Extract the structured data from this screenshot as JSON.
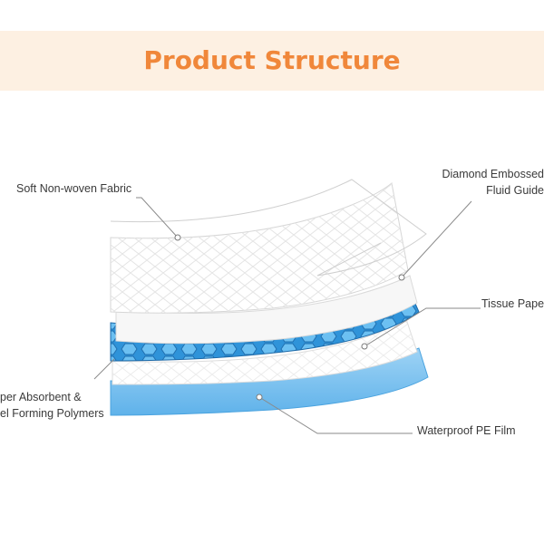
{
  "header": {
    "title": "Product Structure"
  },
  "colors": {
    "accent": "#f0873a",
    "banner_bg": "#fdf0e2",
    "layer_blue": "#3aa3e6",
    "film_blue": "#7fc5f2"
  },
  "labels": {
    "nonwoven": "Soft Non-woven Fabric",
    "diamond_line1": "Diamond Embossed",
    "diamond_line2": "Fluid Guide",
    "tissue": "Tissue Paper",
    "absorbent_line1": "per Absorbent &",
    "absorbent_line2": "el Forming Polymers",
    "film": "Waterproof PE Film"
  }
}
